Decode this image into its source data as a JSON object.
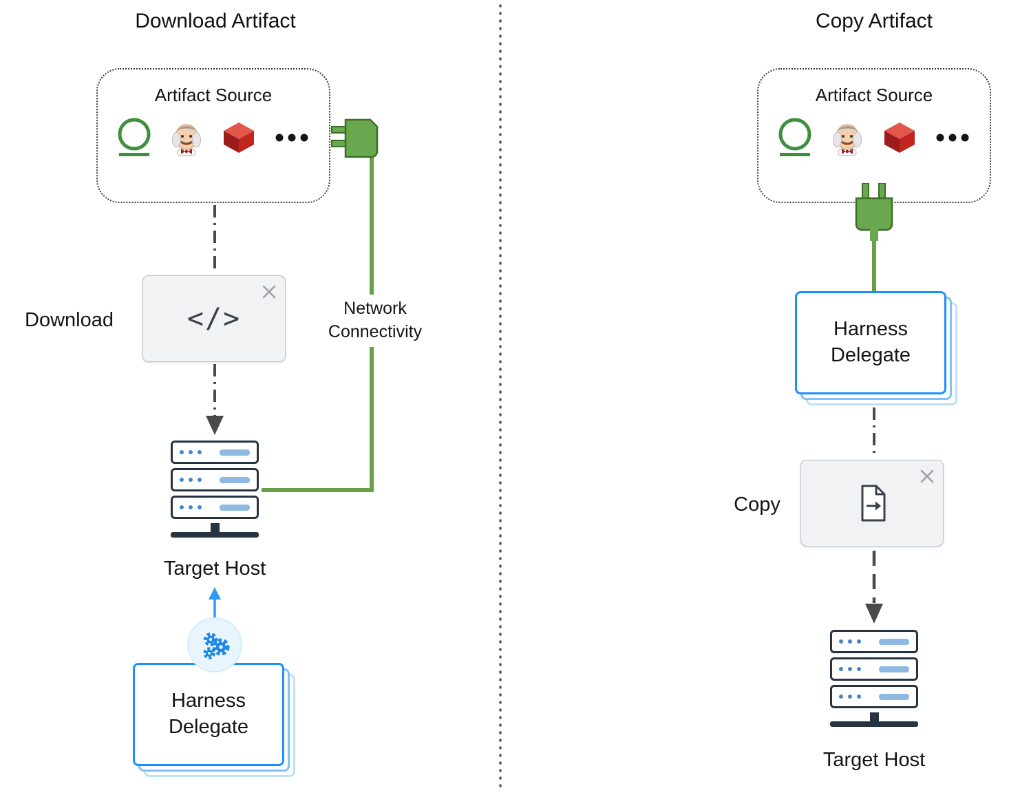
{
  "colors": {
    "green": "#67a046",
    "green_dark": "#3d7a28",
    "blue": "#1a90ff",
    "blue_light": "#7fc2f7",
    "blue_lighter": "#bfe0fa",
    "accent_blue": "#4286c9",
    "server_dark": "#263340",
    "line_dark": "#4a4a4a",
    "step_bg": "#f0f2f4",
    "step_border": "#bcc2c9"
  },
  "left": {
    "title": "Download Artifact",
    "artifact_source": {
      "label": "Artifact Source",
      "icons": [
        "ring-icon",
        "jenkins-icon",
        "aws-s3-icon",
        "ellipsis-icon",
        "plug-icon"
      ]
    },
    "network_label": "Network Connectivity",
    "step_label": "Download",
    "step_icon": "code-icon",
    "close_icon": "close-icon",
    "target_host_label": "Target Host",
    "delegate_label": "Harness Delegate",
    "delegate_icon": "gears-icon"
  },
  "right": {
    "title": "Copy Artifact",
    "artifact_source": {
      "label": "Artifact Source",
      "icons": [
        "ring-icon",
        "jenkins-icon",
        "aws-s3-icon",
        "ellipsis-icon",
        "plug-icon"
      ]
    },
    "step_label": "Copy",
    "step_icon": "copy-file-icon",
    "close_icon": "close-icon",
    "target_host_label": "Target Host",
    "delegate_label": "Harness Delegate"
  }
}
